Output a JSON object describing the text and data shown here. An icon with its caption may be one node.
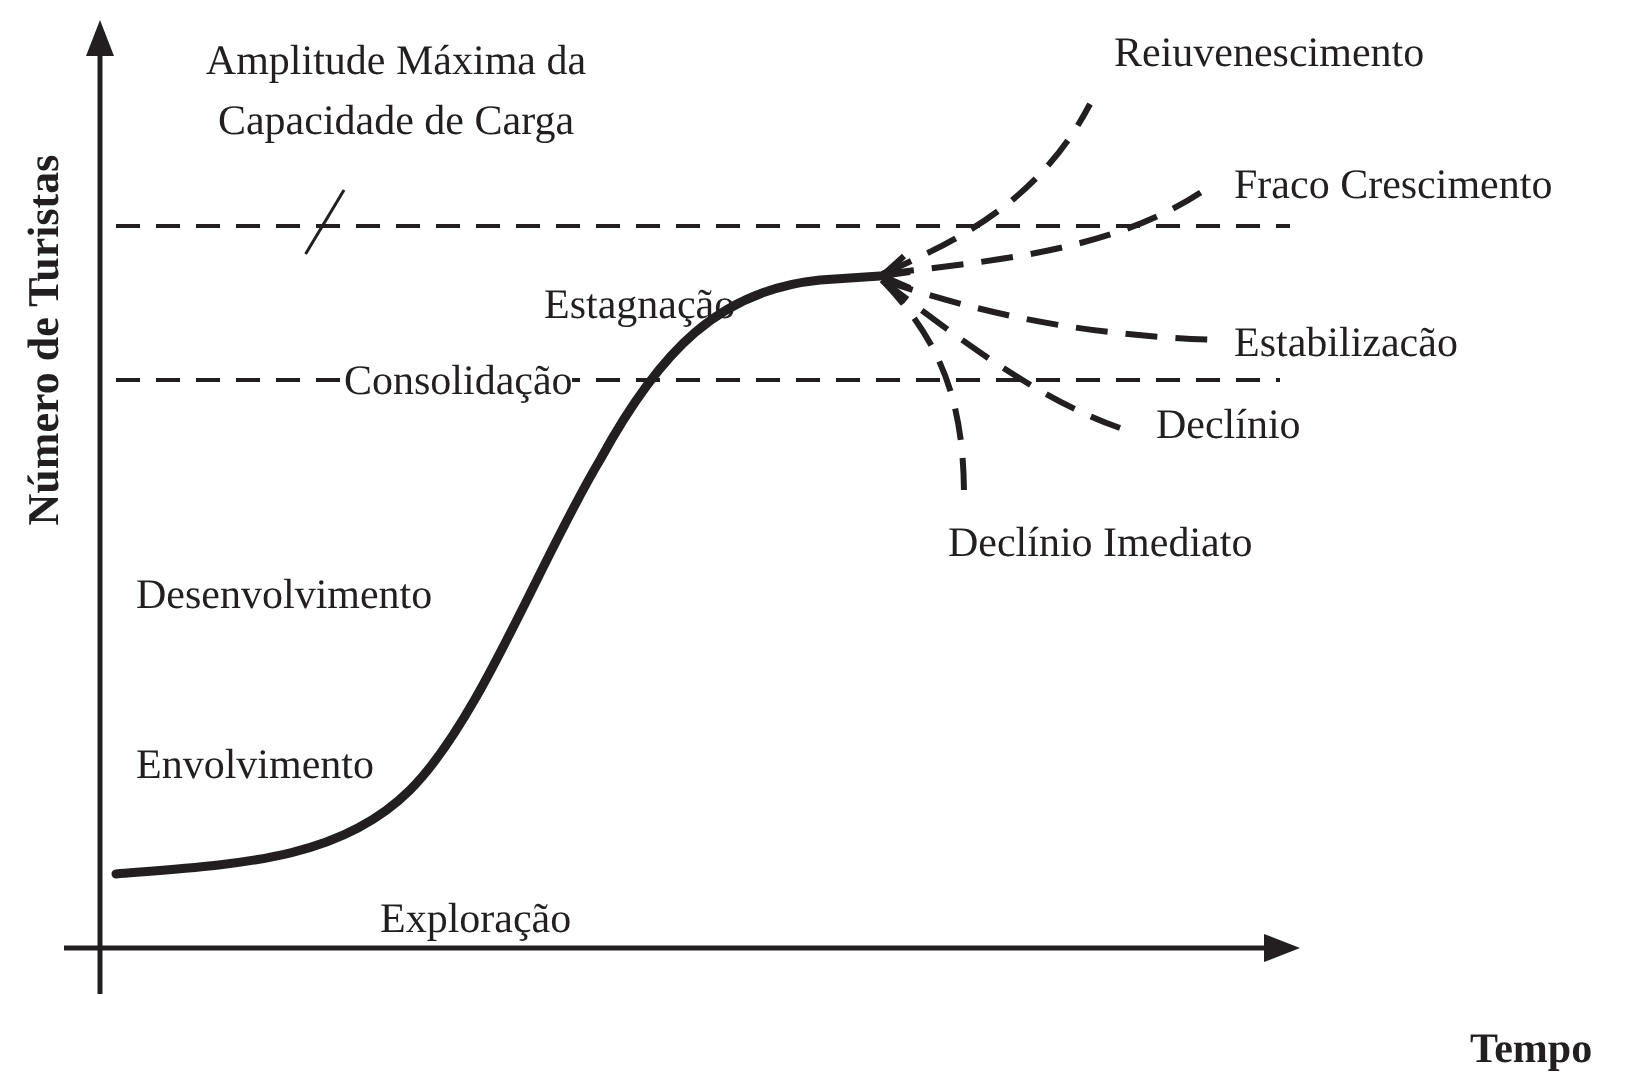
{
  "diagram": {
    "nodes": [
      {
        "text": [
          "Amplitude Máxima da Capacidade de Carga"
        ]
      },
      {
        "text": [],
        "shape": "line"
      }
    ],
    "edges": [
      {
        "from": 0,
        "to": 1,
        "arrow": "none"
      }
    ],
    "labels": [
      "Reiuvenescimento",
      "Fraco Crescimento",
      "Número de Turistas",
      "Estagnação",
      "Estabilizacão",
      "Consolidação",
      "Declínio",
      "Declínio Imediato",
      "Desenvolvimento",
      "Envolvimento",
      "Exploração",
      "Tempo"
    ]
  }
}
